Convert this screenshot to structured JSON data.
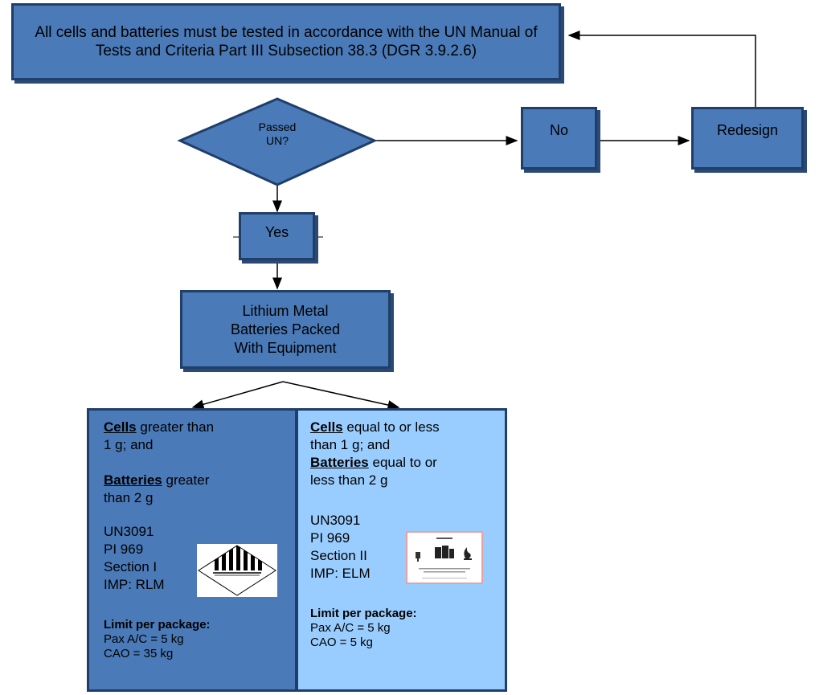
{
  "top_box": {
    "text": "All cells and batteries must be tested in accordance with the UN Manual of Tests and Criteria Part III Subsection 38.3 (DGR 3.9.2.6)"
  },
  "decision": {
    "line1": "Passed",
    "line2": "UN?"
  },
  "no_box": {
    "text": "No"
  },
  "redesign_box": {
    "text": "Redesign"
  },
  "yes_box": {
    "text": "Yes"
  },
  "packed_box": {
    "line1": "Lithium Metal",
    "line2": "Batteries Packed",
    "line3": "With Equipment"
  },
  "left_panel": {
    "cells_word": "Cells",
    "cells_rest1": " greater than",
    "cells_rest2": "1 g; and",
    "batt_word": "Batteries",
    "batt_rest1": " greater",
    "batt_rest2": "than 2 g",
    "un": "UN3091",
    "pi": "PI 969",
    "section": "Section I",
    "imp": "IMP: RLM",
    "limit_title": "Limit per package:",
    "pax": "Pax A/C = 5 kg",
    "cao": "CAO = 35 kg"
  },
  "right_panel": {
    "cells_word": "Cells",
    "cells_rest1": " equal to or less",
    "cells_rest2": "than 1 g; and",
    "batt_word": "Batteries",
    "batt_rest1": " equal to or",
    "batt_rest2": "less than 2 g",
    "un": "UN3091",
    "pi": "PI 969",
    "section": "Section II",
    "imp": "IMP: ELM",
    "limit_title": "Limit per package:",
    "pax": "Pax A/C = 5 kg",
    "cao": "CAO = 5 kg"
  },
  "colors": {
    "box_fill": "#4a7ab8",
    "box_border": "#1f3f6a",
    "right_panel_fill": "#99cdff"
  }
}
